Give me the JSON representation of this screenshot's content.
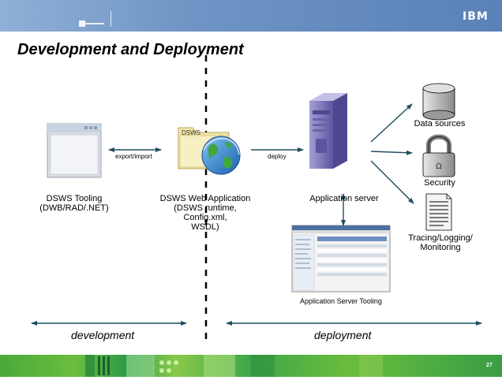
{
  "header": {
    "logo_text": "IBM"
  },
  "title": "Development and Deployment",
  "nodes": {
    "tooling": {
      "label_lines": [
        "DSWS Tooling",
        "(DWB/RAD/.NET)"
      ]
    },
    "webapp": {
      "folder_tab": "DSWS",
      "label_lines": [
        "DSWS Web Application",
        "(DSWS runtime,",
        "Config.xml,",
        "WSDL)"
      ]
    },
    "appserver": {
      "label": "Application server"
    },
    "data_sources": {
      "label": "Data sources"
    },
    "security": {
      "label": "Security"
    },
    "tracing": {
      "label_lines": [
        "Tracing/Logging/",
        "Monitoring"
      ]
    },
    "server_tooling": {
      "label": "Application Server Tooling"
    }
  },
  "edges": {
    "export_import": "export/import",
    "deploy": "deploy"
  },
  "phases": {
    "development": "development",
    "deployment": "deployment"
  },
  "footer": {
    "page_number": "27"
  },
  "colors": {
    "accent_blue": "#6e93c4",
    "footer_green": "#4aa83a",
    "server_purple": "#7b73b8",
    "arrow_dark": "#1f4e5f"
  }
}
